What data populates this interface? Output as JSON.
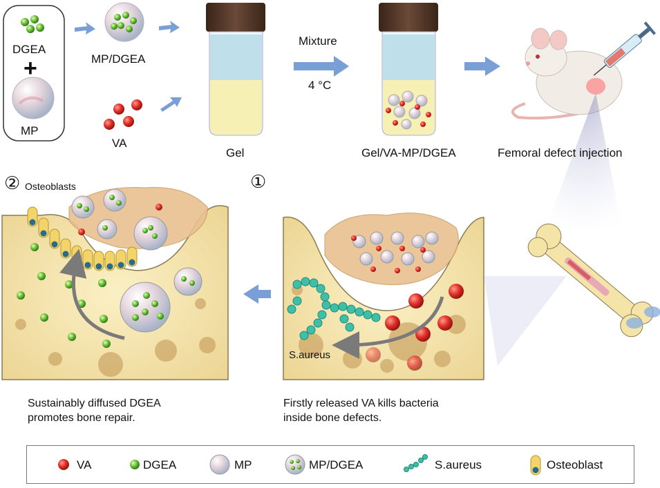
{
  "top": {
    "dgea_label": "DGEA",
    "plus": "+",
    "mp_label": "MP",
    "mp_dgea_label": "MP/DGEA",
    "va_label": "VA",
    "gel_label": "Gel",
    "mixture_label": "Mixture",
    "temp_label": "4 °C",
    "gel_mix_label": "Gel/VA-MP/DGEA",
    "injection_label": "Femoral defect injection"
  },
  "panels": {
    "step2_marker": "②",
    "osteoblasts_label": "Osteoblasts",
    "step1_marker": "①",
    "saureus_label": "S.aureus",
    "caption_left_1": "Sustainably diffused DGEA",
    "caption_left_2": "promotes bone repair.",
    "caption_right_1": "Firstly released VA kills bacteria",
    "caption_right_2": "inside bone defects."
  },
  "legend": {
    "items": [
      {
        "label": "VA",
        "icon": "red-sphere-icon"
      },
      {
        "label": "DGEA",
        "icon": "green-sphere-icon"
      },
      {
        "label": "MP",
        "icon": "microparticle-icon"
      },
      {
        "label": "MP/DGEA",
        "icon": "loaded-microparticle-icon"
      },
      {
        "label": "S.aureus",
        "icon": "bacteria-chain-icon"
      },
      {
        "label": "Osteoblast",
        "icon": "osteoblast-icon"
      }
    ]
  },
  "colors": {
    "va_red": "#e0302a",
    "dgea_green": "#6cbf3a",
    "bone_yellow": "#f4e4a8",
    "bacteria_teal": "#3fbfa8",
    "arrow_blue": "#7a9fd6",
    "cap_brown": "#5a3a2a"
  }
}
